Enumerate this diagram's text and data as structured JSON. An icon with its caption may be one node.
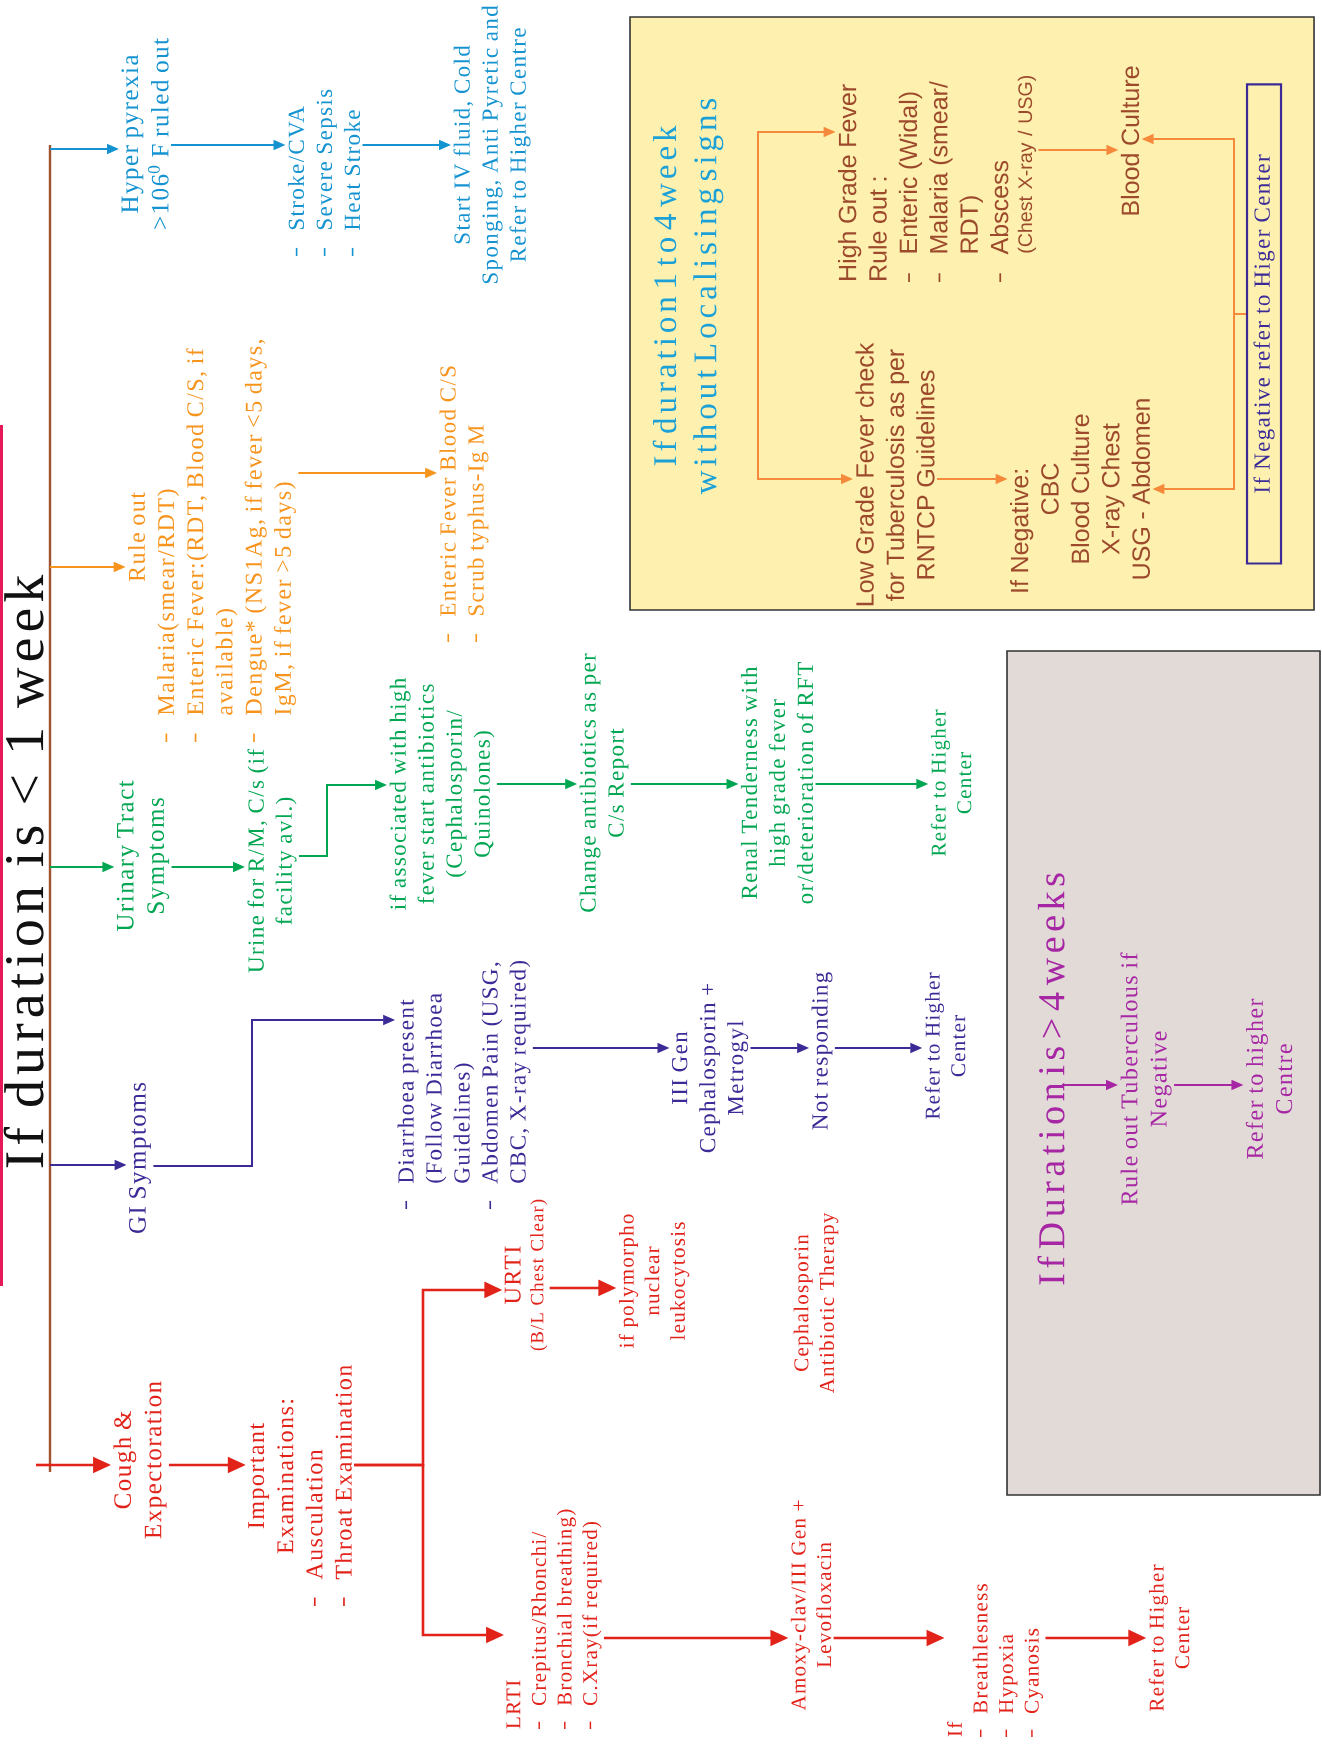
{
  "diagram": {
    "title": "If duration is < 1 week",
    "nodes": [
      {
        "text": [
          "Cough & Expectoration"
        ]
      },
      {
        "text": [
          "Important Examinations:",
          "Ausculation",
          "Throat Examination"
        ]
      },
      {
        "text": [
          "URTI",
          "(B/L Chest Clear)"
        ]
      },
      {
        "text": [
          "LRTI",
          "Crepitus/Rhonchi/",
          "Bronchial breathing)",
          "C.Xray(if required)"
        ]
      },
      {
        "text": [
          "if polymorpho nuclear leukocytosis"
        ]
      },
      {
        "text": [
          "Cephalosporin Antibiotic Therapy"
        ]
      },
      {
        "text": [
          "Amoxy-clav/III Gen + Levofloxacin"
        ]
      },
      {
        "text": [
          "If",
          "Breathlesness",
          "Hypoxia",
          "Cyanosis"
        ]
      },
      {
        "text": [
          "Refer to Higher Center"
        ]
      },
      {
        "text": [
          "GI Symptoms"
        ]
      },
      {
        "text": [
          "Diarrhoea present (Follow Diarrhoea Guidelines)",
          "Abdomen Pain (USG, CBC, X-ray required)"
        ]
      },
      {
        "text": [
          "III Gen Cephalosporin + Metrogyl"
        ]
      },
      {
        "text": [
          "Not responding"
        ]
      },
      {
        "text": [
          "Refer to Higher Center"
        ]
      },
      {
        "text": [
          "Urinary Tract Symptoms"
        ]
      },
      {
        "text": [
          "Urine for R/M, C/s (if facility avl.)"
        ]
      },
      {
        "text": [
          "if associated with high fever start antibiotics (Cephalosporin/ Quinolones)"
        ]
      },
      {
        "text": [
          "Change antibiotics as per C/s Report"
        ]
      },
      {
        "text": [
          "Renal Tenderness with high grade fever or/deterioration of RFT"
        ]
      },
      {
        "text": [
          "Refer to Higher Center"
        ]
      },
      {
        "text": [
          "Rule out",
          "Malaria(smear/RDT)",
          "Enteric Fever:(RDT, Blood C/S, if available)",
          "Dengue* (NS1Ag, if fever <5 days, IgM, if fever >5 days)"
        ]
      },
      {
        "text": [
          "Enteric Fever Blood C/S",
          "Scrub typhus-Ig M"
        ]
      },
      {
        "text": [
          "Hyper pyrexia >106$^{0}$ F ruled out"
        ]
      },
      {
        "text": [
          "Stroke/CVA",
          "Severe Sepsis",
          "Heat Stroke"
        ]
      },
      {
        "text": [
          "Start IV fluid, Cold Sponging, Anti Pyretic and Refer to Higher Centre"
        ]
      },
      {
        "text": [
          "If duration 1 to 4 week without Localising signs"
        ]
      },
      {
        "text": [
          "Low Grade Fever check for Tuberculosis as per RNTCP Guidelines"
        ],
        "in": 25
      },
      {
        "text": [
          "High Grade Fever",
          "Rule out :",
          "Enteric (Widal)",
          "Malaria (smear/ RDT)",
          "Abscess",
          "(Chest X-ray / USG)"
        ],
        "in": 25
      },
      {
        "text": [
          "If Negative:",
          "CBC",
          "Blood Culture",
          "X-ray Chest",
          "USG - Abdomen"
        ],
        "in": 25
      },
      {
        "text": [
          "Blood Culture"
        ],
        "in": 25
      },
      {
        "text": [
          "If Negative refer to Higer Center"
        ],
        "in": 25
      },
      {
        "text": [
          "If Duration is > 4 weeks"
        ]
      },
      {
        "text": [
          "Rule out Tuberculous if Negative"
        ],
        "in": 31
      },
      {
        "text": [
          "Refer to higher Centre"
        ],
        "in": 31
      }
    ],
    "edges": [
      {
        "from": null,
        "to": 0,
        "arrow": "to",
        "color": "#e2231a"
      },
      {
        "from": null,
        "to": 9,
        "arrow": "to",
        "color": "#3b2b96"
      },
      {
        "from": null,
        "to": 14,
        "arrow": "to",
        "color": "#00a651"
      },
      {
        "from": null,
        "to": 20,
        "arrow": "to",
        "color": "#f7941d"
      },
      {
        "from": null,
        "to": 22,
        "arrow": "to",
        "color": "#1493d0"
      },
      {
        "from": 0,
        "to": 1,
        "arrow": "to",
        "color": "#e2231a"
      },
      {
        "from": 1,
        "to": 2,
        "arrow": "to",
        "color": "#e2231a"
      },
      {
        "from": 1,
        "to": 3,
        "arrow": "to",
        "color": "#e2231a"
      },
      {
        "from": 2,
        "to": 4,
        "arrow": "to",
        "color": "#e2231a"
      },
      {
        "from": 3,
        "to": 6,
        "arrow": "to",
        "color": "#e2231a"
      },
      {
        "from": 6,
        "to": 7,
        "arrow": "to",
        "color": "#e2231a"
      },
      {
        "from": 7,
        "to": 8,
        "arrow": "to",
        "color": "#e2231a"
      },
      {
        "from": 9,
        "to": 10,
        "arrow": "to",
        "color": "#3b2b96"
      },
      {
        "from": 10,
        "to": 11,
        "arrow": "to",
        "color": "#3b2b96"
      },
      {
        "from": 11,
        "to": 12,
        "arrow": "to",
        "color": "#3b2b96"
      },
      {
        "from": 12,
        "to": 13,
        "arrow": "to",
        "color": "#3b2b96"
      },
      {
        "from": 14,
        "to": 15,
        "arrow": "to",
        "color": "#00a651"
      },
      {
        "from": 15,
        "to": 16,
        "arrow": "to",
        "color": "#00a651"
      },
      {
        "from": 16,
        "to": 17,
        "arrow": "to",
        "color": "#00a651"
      },
      {
        "from": 17,
        "to": 18,
        "arrow": "to",
        "color": "#00a651"
      },
      {
        "from": 18,
        "to": 19,
        "arrow": "to",
        "color": "#00a651"
      },
      {
        "from": 20,
        "to": 21,
        "arrow": "to",
        "color": "#f7941d"
      },
      {
        "from": 22,
        "to": 23,
        "arrow": "to",
        "color": "#1493d0"
      },
      {
        "from": 23,
        "to": 24,
        "arrow": "to",
        "color": "#1493d0"
      },
      {
        "from": null,
        "to": 26,
        "arrow": "to",
        "color": "#f58a3c"
      },
      {
        "from": null,
        "to": 27,
        "arrow": "to",
        "color": "#f58a3c"
      },
      {
        "from": 26,
        "to": 28,
        "arrow": "to",
        "color": "#f58a3c"
      },
      {
        "from": 27,
        "to": 29,
        "arrow": "to",
        "color": "#f58a3c"
      },
      {
        "from": 30,
        "to": 29,
        "arrow": "to",
        "color": "#f58a3c"
      },
      {
        "from": 30,
        "to": 28,
        "arrow": "to",
        "color": "#f58a3c"
      },
      {
        "from": null,
        "to": 32,
        "arrow": "to",
        "color": "#a626a4"
      },
      {
        "from": 32,
        "to": 33,
        "arrow": "to",
        "color": "#a626a4"
      }
    ]
  }
}
